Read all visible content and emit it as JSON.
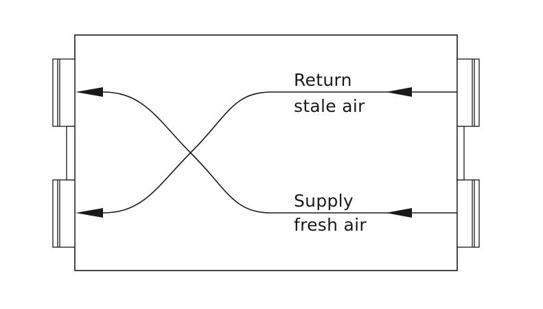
{
  "labels": {
    "return_line1": "Return",
    "return_line2": "stale air",
    "supply_line1": "Supply",
    "supply_line2": "fresh air"
  },
  "colors": {
    "stroke": "#1a1a1a",
    "background": "#ffffff"
  }
}
